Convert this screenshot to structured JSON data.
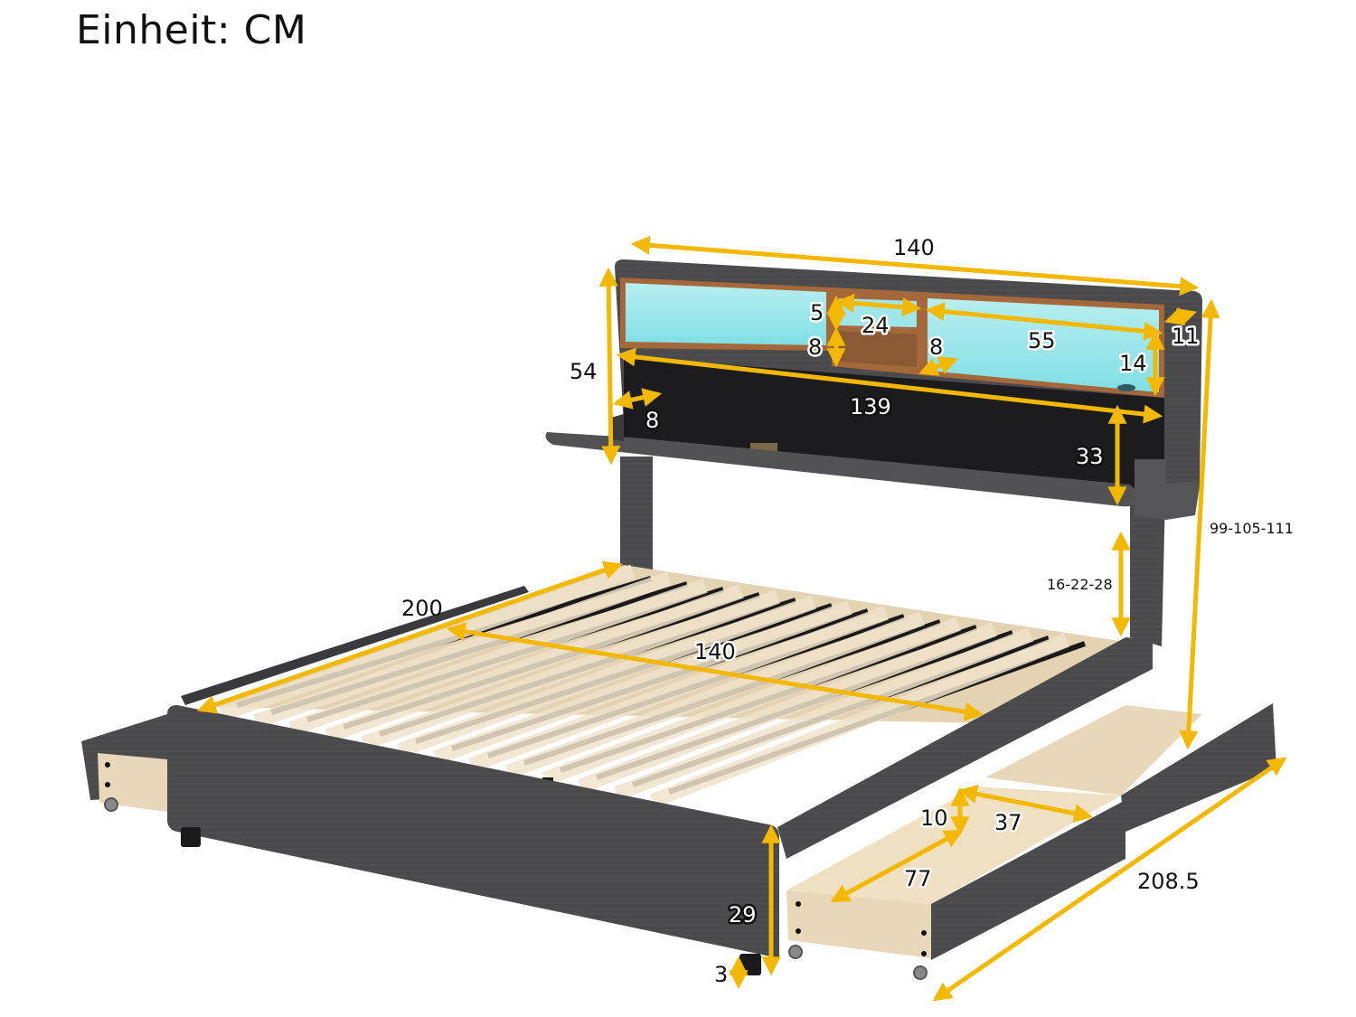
{
  "title": "Einheit: CM",
  "colors": {
    "arrow": "#f5b800",
    "fabric": "#4a4a4c",
    "fabric_dark": "#3a3a3c",
    "wood_light": "#e8d7b8",
    "wood_slat": "#e4d3b2",
    "shelf_glow": "#8fe3e6",
    "shelf_frame": "#a5683a",
    "storage_dark": "#1c1c1e",
    "label": "#111111",
    "background": "#ffffff"
  },
  "dimensions": {
    "headboard_width": "140",
    "shelf_top_height": "5",
    "shelf_middle_width": "24",
    "shelf_bottom_height": "8",
    "shelf_depth": "8",
    "shelf_right_width": "55",
    "headboard_depth": "11",
    "shelf_height": "14",
    "headboard_height": "54",
    "storage_width": "139",
    "storage_lid_depth": "8",
    "storage_height": "33",
    "total_height": "99-105-111",
    "headboard_clearance": "16-22-28",
    "frame_length": "200",
    "frame_width": "140",
    "drawer_height": "10",
    "drawer_width": "37",
    "drawer_length": "77",
    "total_length": "208.5",
    "side_rail_height": "29",
    "floor_clearance": "3"
  }
}
